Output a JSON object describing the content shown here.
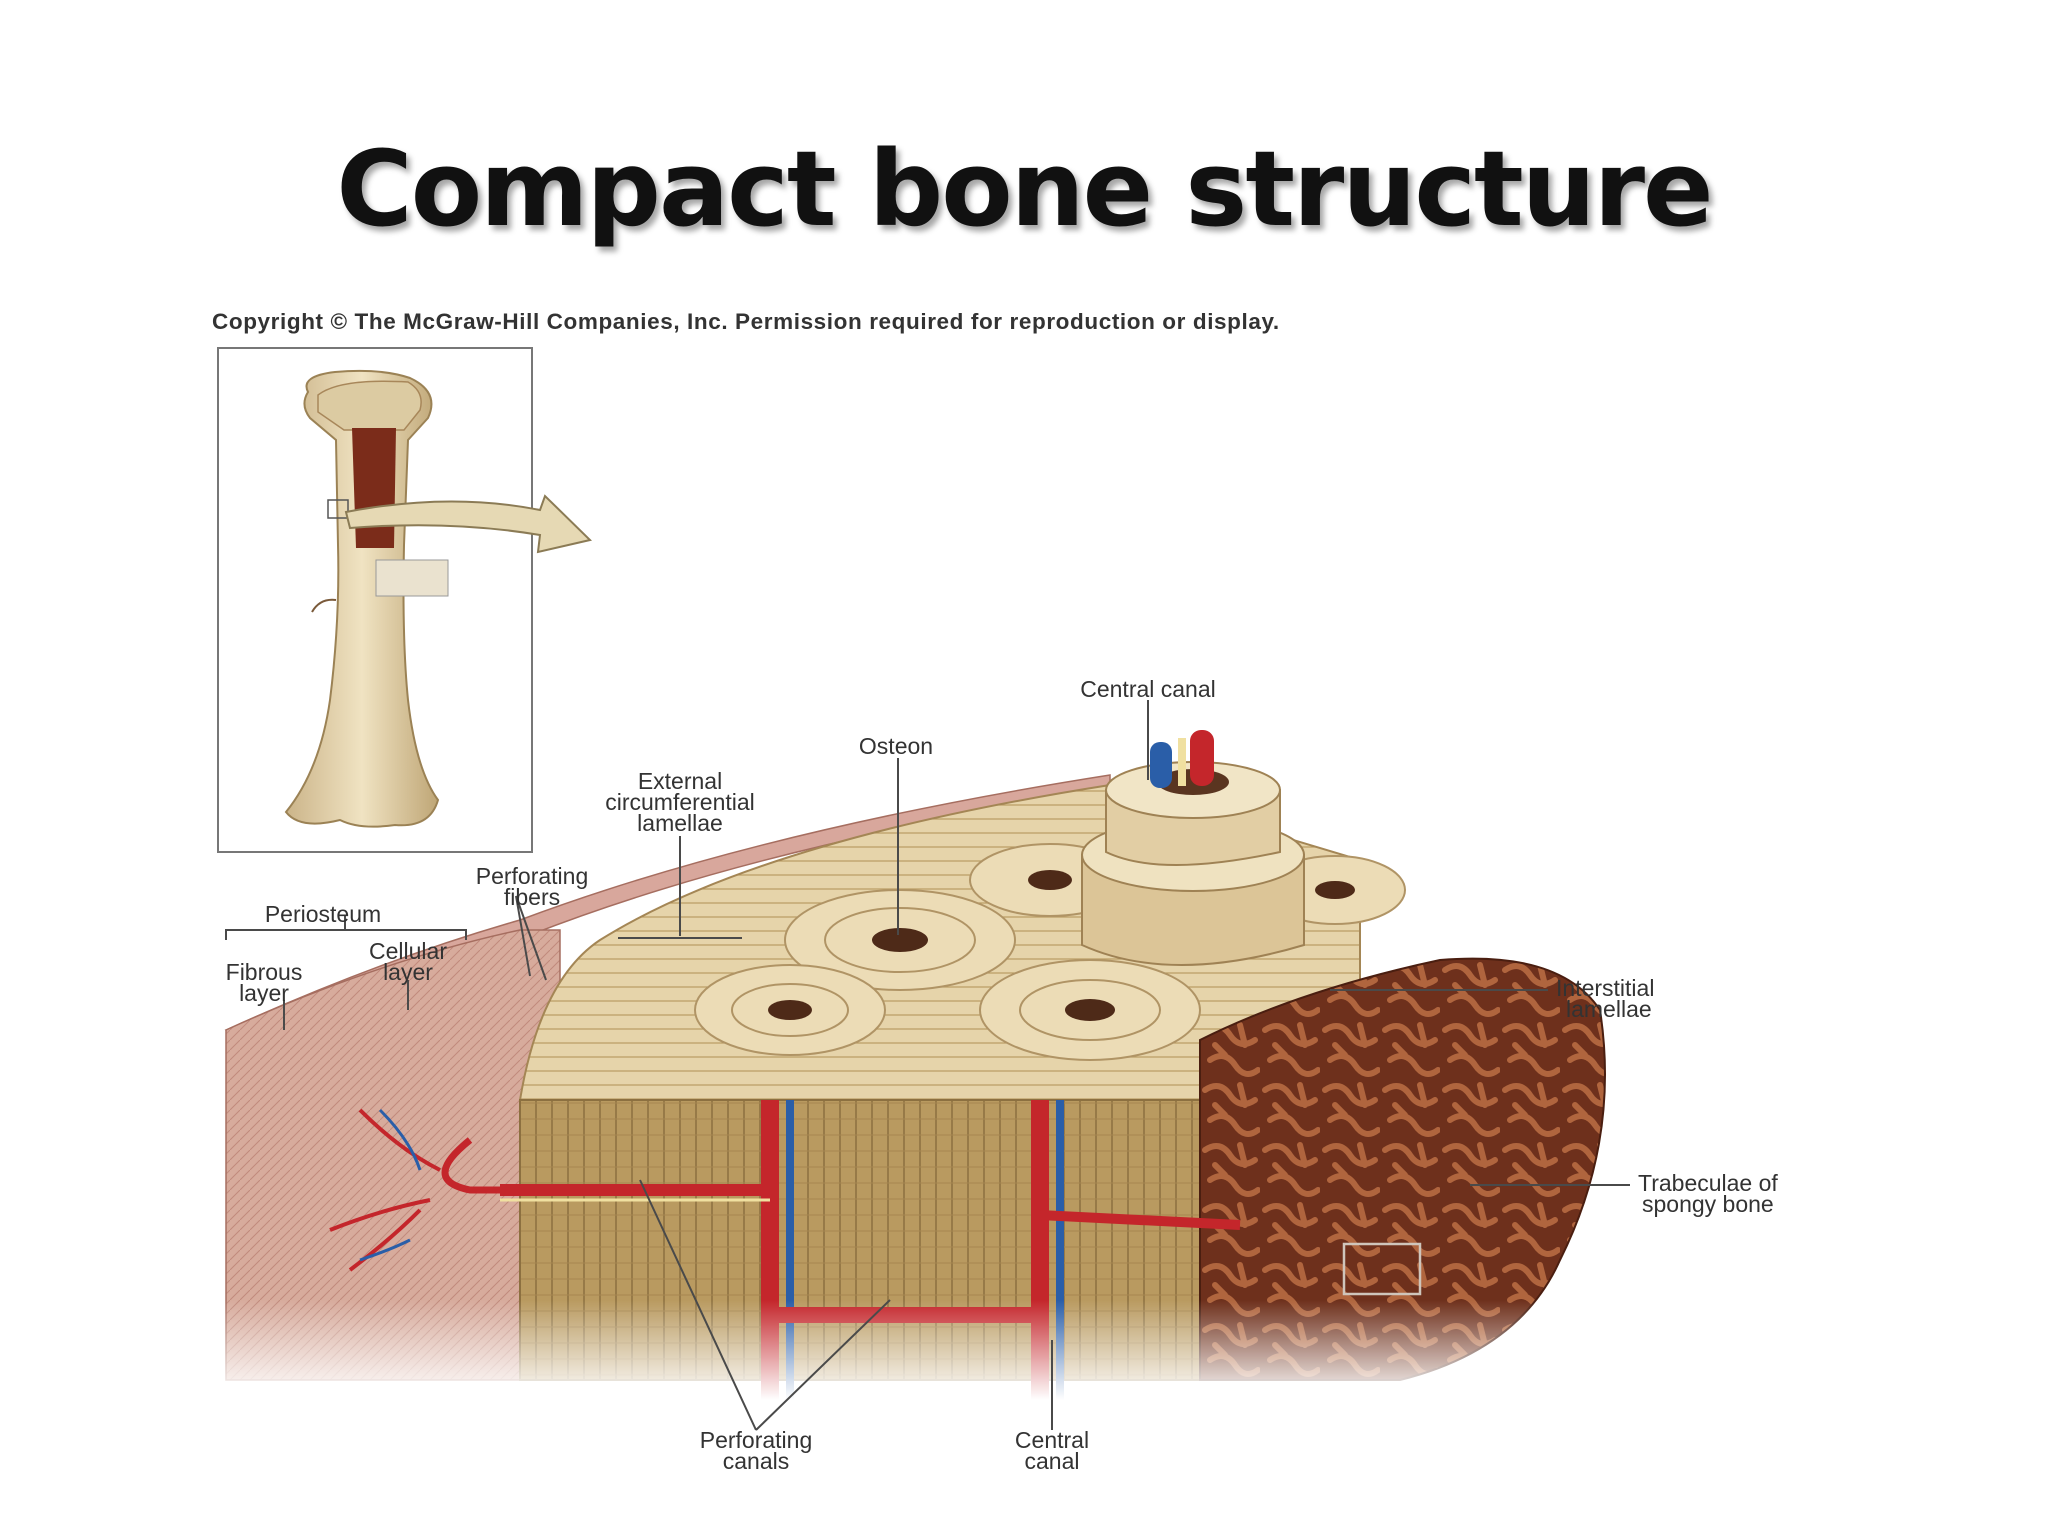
{
  "slide": {
    "title": "Compact bone structure"
  },
  "figure": {
    "copyright": "Copyright © The McGraw-Hill Companies, Inc. Permission required for reproduction or display.",
    "labels": {
      "central_canal_top": "Central canal",
      "osteon": "Osteon",
      "external_circumferential_lamellae": [
        "External",
        "circumferential",
        "lamellae"
      ],
      "perforating_fibers": [
        "Perforating",
        "fibers"
      ],
      "periosteum": "Periosteum",
      "cellular_layer": [
        "Cellular",
        "layer"
      ],
      "fibrous_layer": [
        "Fibrous",
        "layer"
      ],
      "interstitial_lamellae": [
        "Interstitial",
        "lamellae"
      ],
      "trabeculae": [
        "Trabeculae of",
        "spongy bone"
      ],
      "perforating_canals": [
        "Perforating",
        "canals"
      ],
      "central_canal_bottom": [
        "Central",
        "canal"
      ]
    }
  },
  "colors": {
    "bone": "#e8d9b5",
    "bone_dark": "#c9ad78",
    "periosteum": "#d8a79c",
    "artery": "#c4262b",
    "vein": "#2a5ea8",
    "spongy": "#7a3a22",
    "background": "#ffffff"
  }
}
